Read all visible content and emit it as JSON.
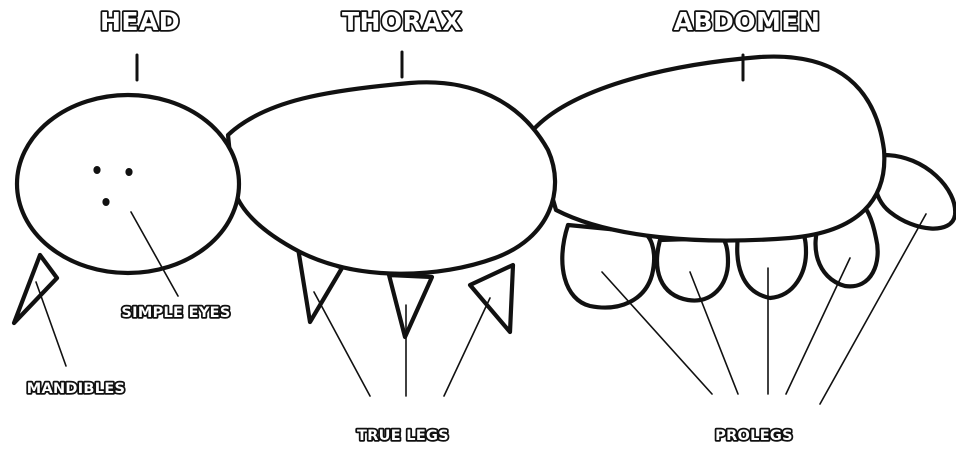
{
  "labels": {
    "head": "HEAD",
    "thorax": "THORAX",
    "abdomen": "ABDOMEN",
    "simple_eyes": "SIMPLE EYES",
    "mandibles": "MANDIBLES",
    "true_legs": "TRUE LEGS",
    "prolegs": "PROLEGS"
  }
}
